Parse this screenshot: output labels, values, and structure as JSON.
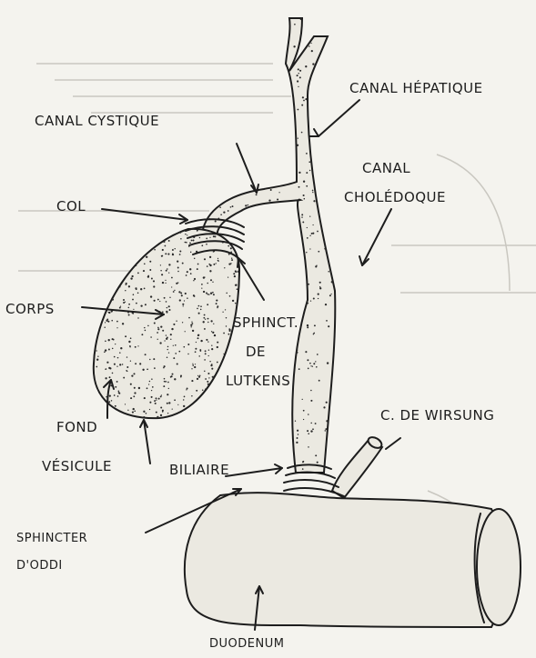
{
  "labels": {
    "canal_hepatique": "CANAL HÉPATIQUE",
    "canal_cystique": "CANAL CYSTIQUE",
    "canal_choledoque_1": "CANAL",
    "canal_choledoque_2": "CHOLÉDOQUE",
    "col": "COL",
    "corps": "CORPS",
    "sphinct_1": "SPHINCT.",
    "sphinct_2": "DE",
    "sphinct_3": "LUTKENS",
    "fond": "FOND",
    "vesicule": "VÉSICULE",
    "biliaire": "BILIAIRE",
    "wirsung": "C. DE WIRSUNG",
    "oddi_1": "SPHINCTER",
    "oddi_2": "D'ODDI",
    "duodenum": "DUODENUM"
  },
  "colors": {
    "ink": "#1d1d1d",
    "paper": "#f4f3ee",
    "organ_fill": "#ebe9e1",
    "bleed_through": "#c9c7c0"
  }
}
